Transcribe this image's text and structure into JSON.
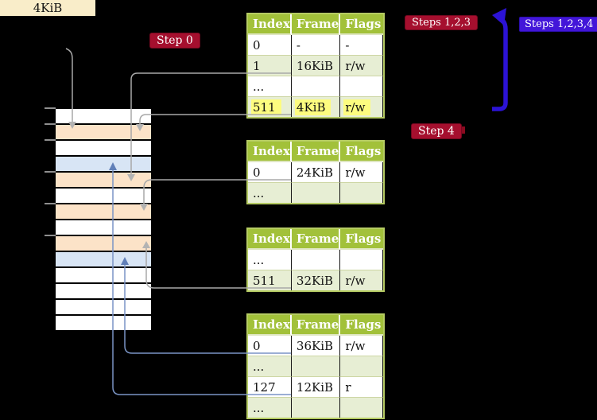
{
  "frame_label": {
    "text": "4KiB"
  },
  "step_labels": {
    "step0": "Step 0",
    "steps123": "Steps 1,2,3",
    "steps1234": "Steps 1,2,3,4",
    "step4": "Step 4"
  },
  "page_tables": [
    {
      "name": "top",
      "headers": [
        "Index",
        "Frame",
        "Flags"
      ],
      "rows": [
        [
          "0",
          "-",
          "-"
        ],
        [
          "1",
          "16KiB",
          "r/w"
        ],
        [
          "...",
          "",
          ""
        ],
        [
          "511",
          "4KiB",
          "r/w"
        ]
      ],
      "highlighted_row": "511 | 4KiB | r/w"
    },
    {
      "name": "second",
      "headers": [
        "Index",
        "Frame",
        "Flags"
      ],
      "rows": [
        [
          "0",
          "24KiB",
          "r/w"
        ],
        [
          "...",
          "",
          ""
        ]
      ]
    },
    {
      "name": "third",
      "headers": [
        "Index",
        "Frame",
        "Flags"
      ],
      "rows": [
        [
          "...",
          "",
          ""
        ],
        [
          "511",
          "32KiB",
          "r/w"
        ]
      ]
    },
    {
      "name": "bottom",
      "headers": [
        "Index",
        "Frame",
        "Flags"
      ],
      "rows": [
        [
          "0",
          "36KiB",
          "r/w"
        ],
        [
          "...",
          "",
          ""
        ],
        [
          "127",
          "12KiB",
          "r"
        ],
        [
          "...",
          "",
          ""
        ]
      ]
    }
  ],
  "memory_column": {
    "rows": [
      {
        "name": "memory-row-unused-a",
        "color": "#ffffff"
      },
      {
        "name": "memory-frame-4kib",
        "color": "#fce3c8"
      },
      {
        "name": "memory-row-unused-b",
        "color": "#ffffff"
      },
      {
        "name": "memory-frame-12kib",
        "color": "#d8e5f5"
      },
      {
        "name": "memory-frame-16kib",
        "color": "#fce3c8"
      },
      {
        "name": "memory-row-unused-c",
        "color": "#ffffff"
      },
      {
        "name": "memory-frame-24kib",
        "color": "#fce3c8"
      },
      {
        "name": "memory-row-unused-d",
        "color": "#ffffff"
      },
      {
        "name": "memory-frame-32kib",
        "color": "#fce3c8"
      },
      {
        "name": "memory-frame-36kib",
        "color": "#d8e5f5"
      },
      {
        "name": "memory-row-unused-e",
        "color": "#ffffff"
      },
      {
        "name": "memory-row-unused-f",
        "color": "#ffffff"
      },
      {
        "name": "memory-row-unused-g",
        "color": "#ffffff"
      },
      {
        "name": "memory-row-unused-h",
        "color": "#ffffff"
      }
    ]
  },
  "colors": {
    "background": "#000000",
    "table_header_green": "#a2c13a",
    "table_alt_row_green": "#e7eed4",
    "highlight_yellow": "#fdfc7f",
    "frame_orange": "#fce3c8",
    "frame_blue": "#d8e5f5",
    "label_cream": "#f9edc9",
    "step_label_red": "#a50f2e",
    "steps_label_blue": "#4316d9",
    "connector_gray": "#a8a8a8",
    "connector_blue": "#7a94c5",
    "big_arrow_blue": "#2c13d6"
  }
}
